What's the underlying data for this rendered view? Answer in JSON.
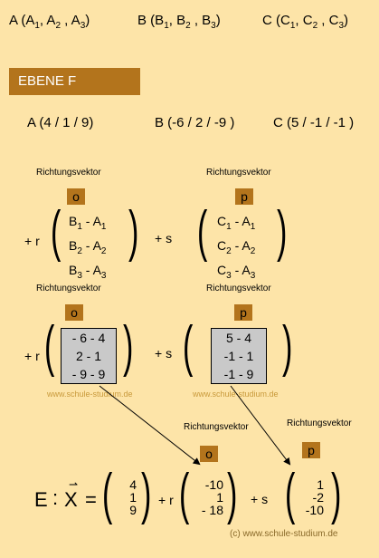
{
  "top": {
    "A": "A (A",
    "A1": "1",
    "A_sep1": ", A",
    "A2": "2",
    "A_sep2": " , A",
    "A3": "3",
    "A_close": ")",
    "B": "B (B",
    "B1": "1",
    "B_sep1": ", B",
    "B2": "2",
    "B_sep2": " , B",
    "B3": "3",
    "B_close": ")",
    "C": "C (C",
    "C1": "1",
    "C_sep1": ", C",
    "C2": "2",
    "C_sep2": " , C",
    "C3": "3",
    "C_close": ")"
  },
  "banner": "EBENE F",
  "points": {
    "A": "A (4 / 1 / 9)",
    "B": "B (-6 / 2 / -9  )",
    "C": "C (5  / -1 / -1 )"
  },
  "labels": {
    "rv": "Richtungsvektor",
    "o": "o",
    "p": "p",
    "r": "+ r",
    "s": "+ s"
  },
  "sym": {
    "row1": [
      "B",
      "1",
      " - A",
      "1"
    ],
    "row2": [
      "B",
      "2",
      " - A",
      "2"
    ],
    "row3": [
      "B",
      "3",
      " - A",
      "3"
    ],
    "prow1": [
      "C",
      "1",
      " - A",
      "1"
    ],
    "prow2": [
      "C",
      "2",
      " - A",
      "2"
    ],
    "prow3": [
      "C",
      "3",
      " - A",
      "3"
    ]
  },
  "num": {
    "o": [
      "- 6 - 4",
      "2 - 1",
      "- 9 - 9"
    ],
    "p": [
      "5 - 4",
      "-1 - 1",
      "-1 - 9"
    ]
  },
  "watermark": "www.schule-studium.de",
  "final": {
    "E": "E",
    "colon": ":",
    "X": "X",
    "eq": "=",
    "pos": [
      "4",
      "1",
      "9"
    ],
    "o": [
      "-10",
      "1",
      "- 18"
    ],
    "p": [
      "1",
      "-2",
      "-10"
    ]
  },
  "copyright": "(c) www.schule-studium.de"
}
